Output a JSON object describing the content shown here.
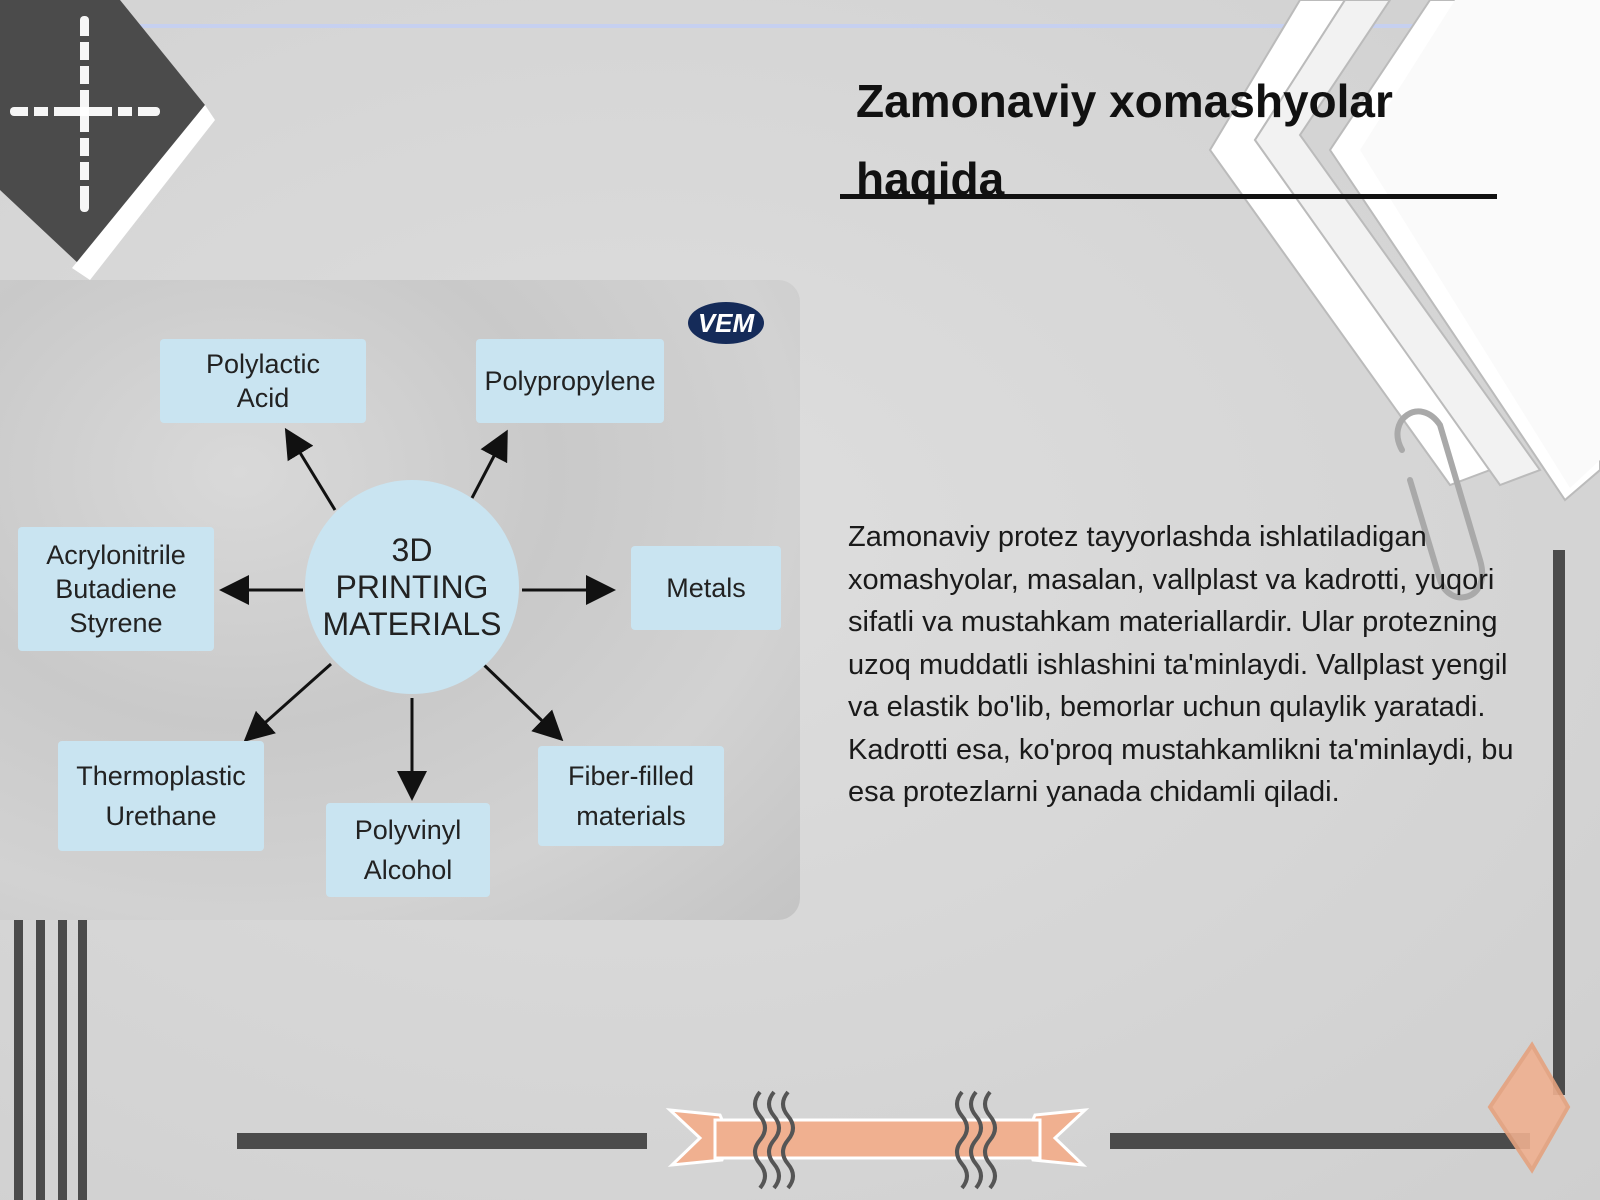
{
  "slide": {
    "title": "Zamonaviy xomashyolar haqida",
    "body": "Zamonaviy protez tayyorlashda ishlatiladigan xomashyolar, masalan, vallplast va kadrotti, yuqori sifatli va mustahkam materiallardir. Ular protezning uzoq muddatli ishlashini ta'minlaydi. Vallplast yengil va elastik bo'lib, bemorlar uchun qulaylik yaratadi. Kadrotti esa, ko'proq mustahkamlikni ta'minlaydi, bu esa protezlarni yanada chidamli qiladi."
  },
  "diagram": {
    "logo": "VEM",
    "center": "3D\nPRINTING\nMATERIALS",
    "materials": [
      "Polylactic\nAcid",
      "Polypropylene",
      "Acrylonitrile\nButadiene\nStyrene",
      "Metals",
      "Thermoplastic\nUrethane",
      "Polyvinyl\nAlcohol",
      "Fiber-filled\nmaterials"
    ]
  },
  "colors": {
    "background": "#d6d6d6",
    "box_fill": "#c9e4f1",
    "dark_shape": "#4a4a4a",
    "accent_peach": "#f0b090",
    "logo_navy": "#152b59"
  },
  "icons": [
    "paperclip-icon",
    "squiggle-icon"
  ]
}
